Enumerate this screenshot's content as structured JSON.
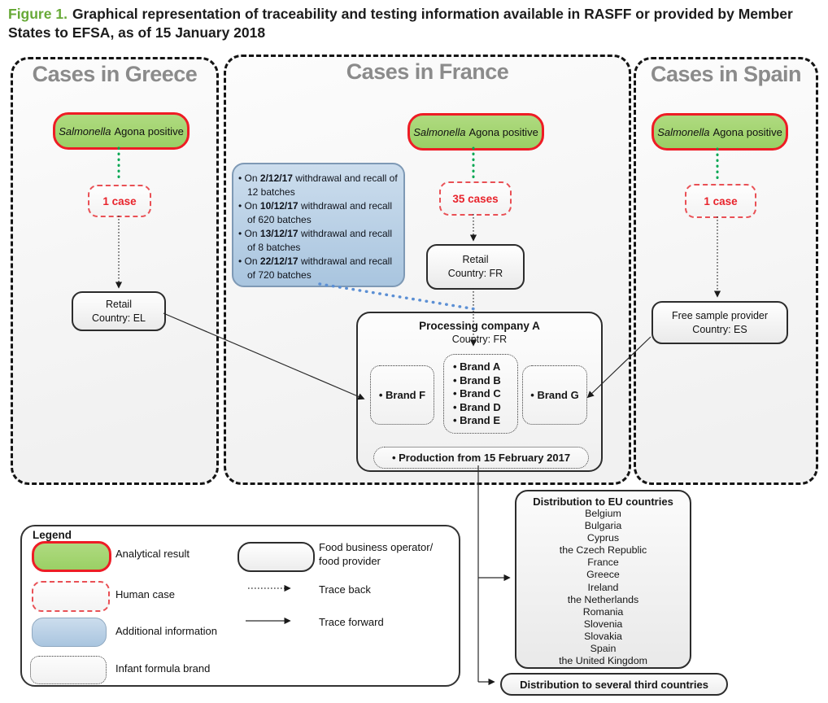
{
  "figure": {
    "label": "Figure 1.",
    "title": "Graphical representation of traceability and testing information available in RASFF or provided by Member States to EFSA, as of 15 January 2018"
  },
  "shared": {
    "analytical_italic": "Salmonella",
    "analytical_rest": "Agona positive"
  },
  "panels": {
    "greece": {
      "title": "Cases in Greece",
      "cases": "1 case",
      "operator": {
        "line1": "Retail",
        "line2": "Country: EL"
      }
    },
    "france": {
      "title": "Cases in France",
      "cases": "35 cases",
      "operator": {
        "line1": "Retail",
        "line2": "Country: FR"
      },
      "info_items": [
        {
          "pre": "On ",
          "date": "2/12/17",
          "post": " withdrawal and recall of 12 batches"
        },
        {
          "pre": "On ",
          "date": "10/12/17",
          "post": " withdrawal and recall of 620 batches"
        },
        {
          "pre": "On ",
          "date": "13/12/17",
          "post": " withdrawal and recall of 8 batches"
        },
        {
          "pre": "On ",
          "date": "22/12/17",
          "post": " withdrawal and recall of 720 batches"
        }
      ],
      "processing": {
        "title": "Processing company A",
        "subtitle": "Country: FR",
        "brand_f": "Brand F",
        "brands": [
          "Brand A",
          "Brand B",
          "Brand C",
          "Brand D",
          "Brand E"
        ],
        "brand_g": "Brand G",
        "production": "Production from 15  February 2017"
      }
    },
    "spain": {
      "title": "Cases in Spain",
      "cases": "1 case",
      "operator": {
        "line1": "Free sample provider",
        "line2": "Country: ES"
      }
    }
  },
  "distribution": {
    "eu_title": "Distribution to EU countries",
    "eu_countries": [
      "Belgium",
      "Bulgaria",
      "Cyprus",
      "the Czech Republic",
      "France",
      "Greece",
      "Ireland",
      "the Netherlands",
      "Romania",
      "Slovenia",
      "Slovakia",
      "Spain",
      "the United Kingdom"
    ],
    "third_countries": "Distribution to several third countries"
  },
  "legend": {
    "title": "Legend",
    "analytical": "Analytical result",
    "human_case": "Human case",
    "additional_info": "Additional information",
    "infant_brand": "Infant formula brand",
    "fbo_line1": "Food business operator/",
    "fbo_line2": "food provider",
    "trace_back": "Trace back",
    "trace_forward": "Trace forward"
  },
  "colors": {
    "analytical_fill": "#a3d570",
    "analytical_border": "#ee1c25",
    "case_red": "#e8232b",
    "info_blue": "#b7cde4",
    "dotted_green": "#00a651",
    "dotted_blue": "#5b8fd4",
    "figure_label_green": "#67a937",
    "panel_title_gray": "#8b8b8b"
  }
}
